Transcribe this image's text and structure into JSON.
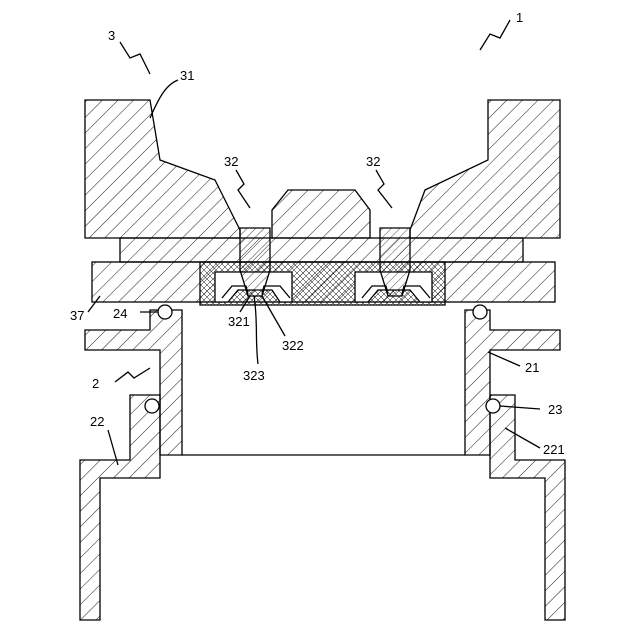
{
  "labels": {
    "l1": "1",
    "l3": "3",
    "l31": "31",
    "l32a": "32",
    "l32b": "32",
    "l37": "37",
    "l24": "24",
    "l321": "321",
    "l322": "322",
    "l323": "323",
    "l2": "2",
    "l21": "21",
    "l22": "22",
    "l23": "23",
    "l221": "221"
  },
  "colors": {
    "line": "#000000",
    "background": "#ffffff"
  }
}
